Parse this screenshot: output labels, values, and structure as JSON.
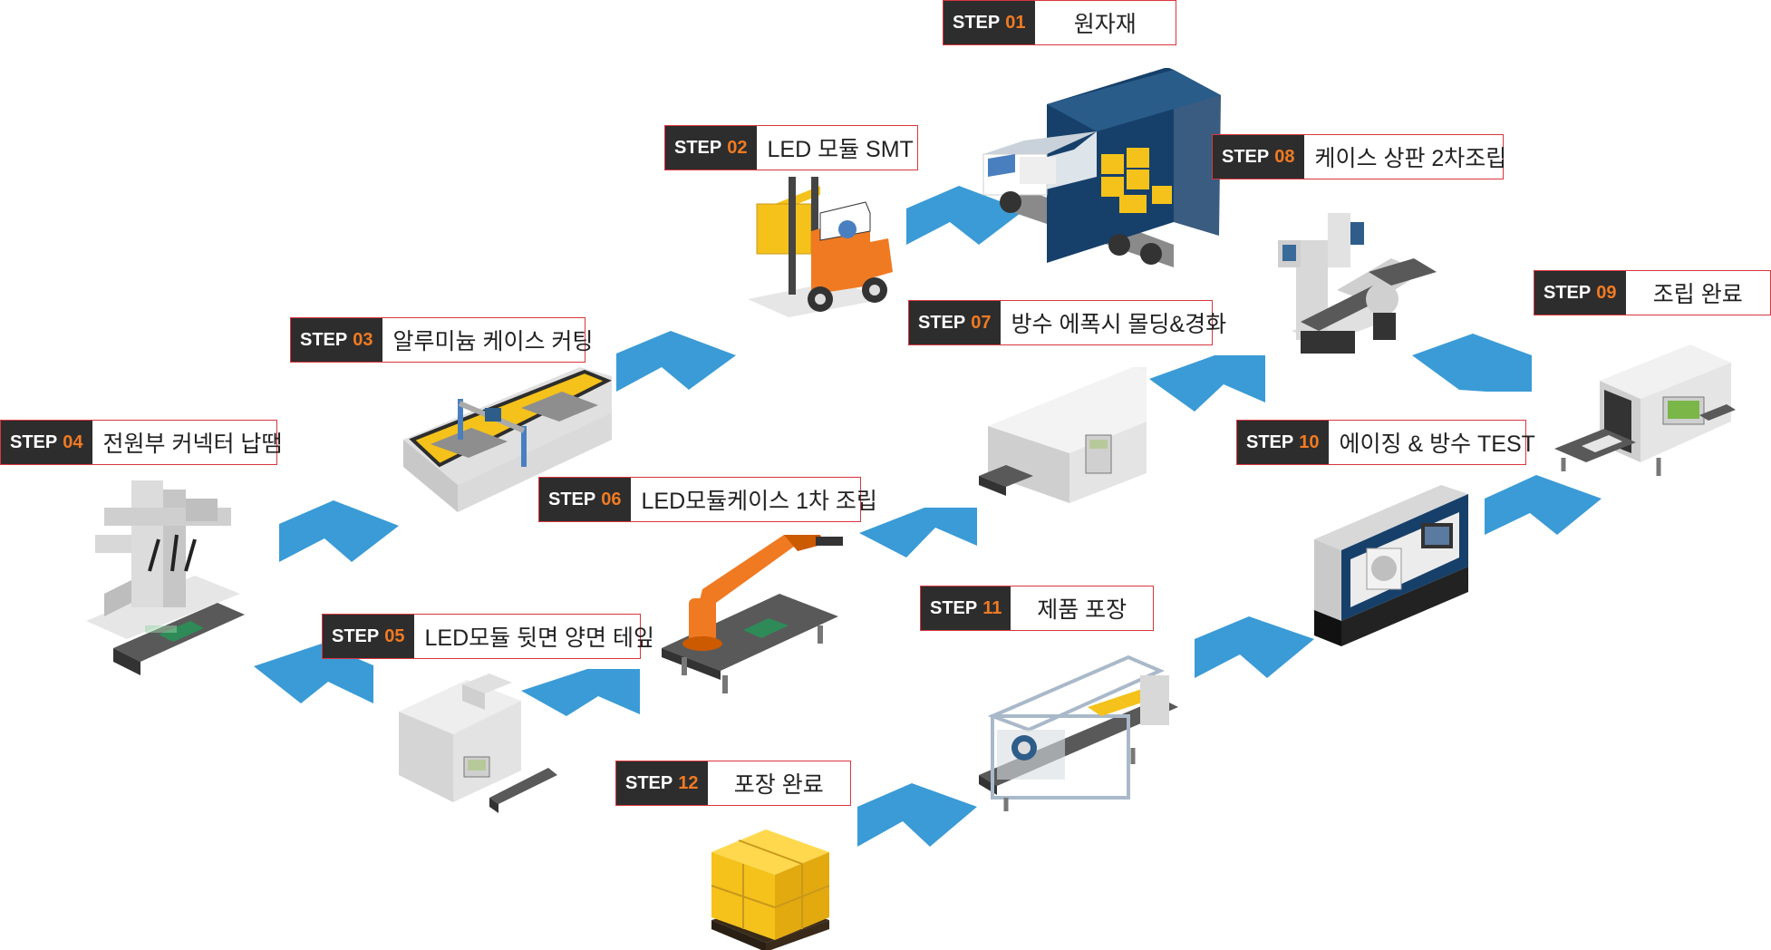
{
  "colors": {
    "arrow": "#3a9bd6",
    "tag_bg": "#2d2d2d",
    "tag_num": "#f07a22",
    "border": "#d9363e",
    "yellow": "#f4c21a",
    "gray": "#d7d7d7",
    "navy": "#16406a"
  },
  "step_word": "STEP",
  "steps": [
    {
      "num": "01",
      "title": "원자재"
    },
    {
      "num": "02",
      "title": "LED 모듈 SMT"
    },
    {
      "num": "03",
      "title": "알루미늄 케이스 커팅"
    },
    {
      "num": "04",
      "title": "전원부 커넥터 납땜"
    },
    {
      "num": "05",
      "title": "LED모듈 뒷면 양면 테잎"
    },
    {
      "num": "06",
      "title": "LED모듈케이스 1차 조립"
    },
    {
      "num": "07",
      "title": "방수 에폭시 몰딩&경화"
    },
    {
      "num": "08",
      "title": "케이스 상판 2차조립"
    },
    {
      "num": "09",
      "title": "조립 완료"
    },
    {
      "num": "10",
      "title": "에이징 & 방수 TEST"
    },
    {
      "num": "11",
      "title": "제품 포장"
    },
    {
      "num": "12",
      "title": "포장 완료"
    }
  ],
  "icons": [
    "truck-icon",
    "forklift-icon",
    "cutting-table-icon",
    "soldering-robot-icon",
    "tape-machine-icon",
    "robot-arm-conveyor-icon",
    "curing-oven-icon",
    "assembly-machine-icon",
    "inspection-scanner-icon",
    "aging-test-machine-icon",
    "packaging-line-icon",
    "boxes-pallet-icon"
  ]
}
